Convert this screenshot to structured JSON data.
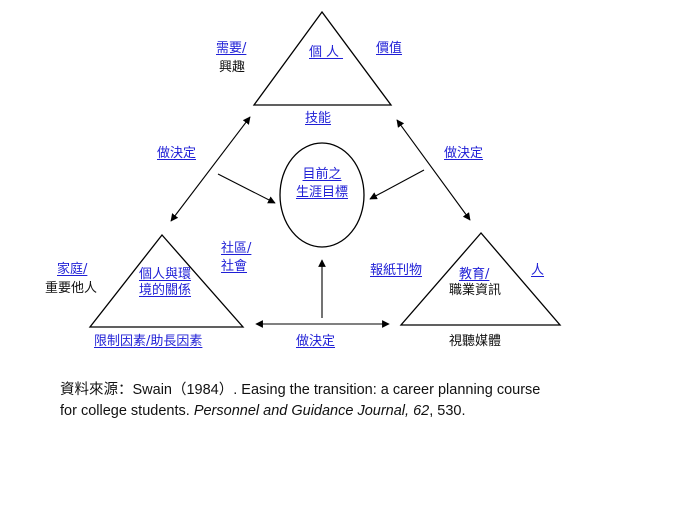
{
  "top_triangle": {
    "center": "個人",
    "left_top": "需要/",
    "left_bottom": "興趣",
    "right": "價值",
    "bottom": "技能"
  },
  "center_circle": {
    "line1": "目前之",
    "line2": "生涯目標"
  },
  "left_triangle": {
    "outer_left_top": "家庭/",
    "outer_left_bottom": "重要他人",
    "inner_line1": "個人與環",
    "inner_line2": "境的關係",
    "top_right_line1": "社區/",
    "top_right_line2": "社會",
    "bottom": "限制因素/助長因素"
  },
  "right_triangle": {
    "outer_left": "報紙刊物",
    "inner_line1": "教育/",
    "inner_line2": "職業資訊",
    "outer_right": "人",
    "bottom": "視聽媒體"
  },
  "arrows": {
    "upper_left": "做決定",
    "upper_right": "做決定",
    "bottom": "做決定"
  },
  "citation": {
    "prefix": "資料來源：",
    "authors": "Swain（1984）. Easing the transition: a career planning course",
    "line2_start": "for college students. ",
    "journal": "Personnel  and Guidance Journal, 62",
    "end": ", 530."
  }
}
